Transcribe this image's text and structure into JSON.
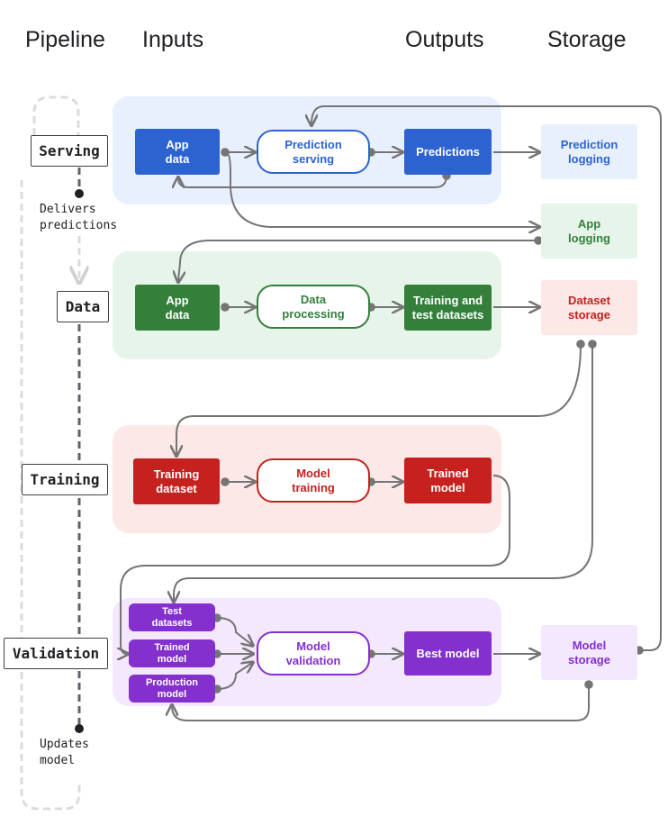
{
  "headers": {
    "pipeline": "Pipeline",
    "inputs": "Inputs",
    "outputs": "Outputs",
    "storage": "Storage"
  },
  "colors": {
    "serving": "#2d63d1",
    "serving_bg": "#e8f0fe",
    "data": "#34803b",
    "data_bg": "#e6f4ea",
    "training": "#c5221f",
    "training_bg": "#fce8e6",
    "validation": "#8430ce",
    "validation_bg": "#f3e8fd",
    "arrow": "#757575"
  },
  "stages": {
    "serving": "Serving",
    "data": "Data",
    "training": "Training",
    "validation": "Validation"
  },
  "notes": {
    "delivers_line1": "Delivers",
    "delivers_line2": "predictions",
    "updates_line1": "Updates",
    "updates_line2": "model"
  },
  "serving": {
    "input": [
      "App",
      "data"
    ],
    "process": [
      "Prediction",
      "serving"
    ],
    "output": [
      "Predictions"
    ],
    "storage": [
      "Prediction",
      "logging"
    ]
  },
  "app_logging": [
    "App",
    "logging"
  ],
  "data": {
    "input": [
      "App",
      "data"
    ],
    "process": [
      "Data",
      "processing"
    ],
    "output": [
      "Training and",
      "test datasets"
    ],
    "storage": [
      "Dataset",
      "storage"
    ]
  },
  "training": {
    "input": [
      "Training",
      "dataset"
    ],
    "process": [
      "Model",
      "training"
    ],
    "output": [
      "Trained",
      "model"
    ]
  },
  "validation": {
    "input_test": [
      "Test",
      "datasets"
    ],
    "input_trained": [
      "Trained",
      "model"
    ],
    "input_production": [
      "Production",
      "model"
    ],
    "process": [
      "Model",
      "validation"
    ],
    "output": [
      "Best model"
    ],
    "storage": [
      "Model",
      "storage"
    ]
  }
}
